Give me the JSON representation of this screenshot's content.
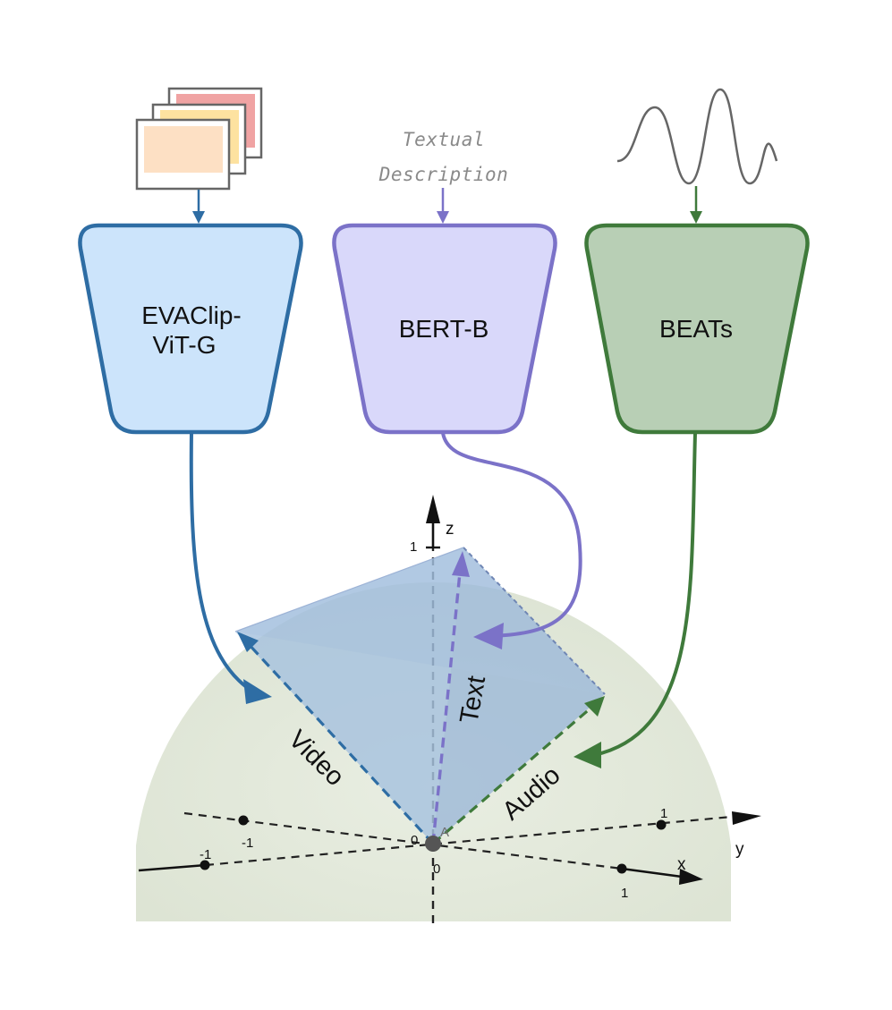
{
  "encoders": {
    "video": {
      "line1": "EVAClip-",
      "line2": "ViT-G",
      "color": "#2e6da4",
      "fill": "#cce4fb"
    },
    "text": {
      "line1": "BERT-B",
      "color": "#7b72c8",
      "fill": "#d9d8fa"
    },
    "audio": {
      "line1": "BEATs",
      "color": "#3f7a3b",
      "fill": "#b8cfb5"
    }
  },
  "inputs": {
    "text_description_line1": "Textual",
    "text_description_line2": "Description",
    "frame_colors": [
      "#f0a3a3",
      "#fde2a0",
      "#fde0c4"
    ]
  },
  "vectors": {
    "video": "Video",
    "text": "Text",
    "audio": "Audio"
  },
  "axes": {
    "x": "x",
    "y": "y",
    "z": "z",
    "z_tick_1": "1",
    "y_tick_1": "1",
    "x_tick_1": "1",
    "neg_y_tick": "-1",
    "neg_x_tick": "-1",
    "origin_0_left": "0",
    "origin_0_below": "0",
    "origin_point": "A"
  },
  "colors": {
    "sphere": "#e4eadc",
    "tetra": "#9fbcdc",
    "axis": "#222222"
  }
}
